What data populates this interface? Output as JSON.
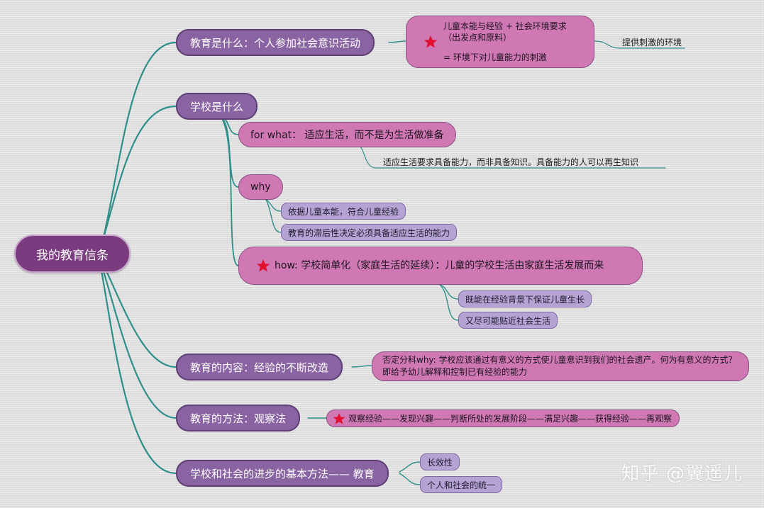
{
  "root": "我的教育信条",
  "branches": {
    "what_is_education": {
      "label": "教育是什么：个人参加社会意识活动",
      "detail_line1": "儿童本能与经验 + 社会环境要求",
      "detail_line2": "（出发点和原料）",
      "detail_line3": "= 环境下对儿童能力的刺激",
      "note": "提供刺激的环境"
    },
    "what_is_school": {
      "label": "学校是什么",
      "for_what": "for what： 适应生活，而不是为生活做准备",
      "for_what_note": "适应生活要求具备能力，而非具备知识。具备能力的人可以再生知识",
      "why": "why",
      "why_items": [
        "依据儿童本能，符合儿童经验",
        "教育的滞后性决定必须具备适应生活的能力"
      ],
      "how": "how: 学校简单化（家庭生活的延续）：儿童的学校生活由家庭生活发展而来",
      "how_items": [
        "既能在经验背景下保证儿童生长",
        "又尽可能贴近社会生活"
      ]
    },
    "content": {
      "label": "教育的内容：经验的不断改造",
      "detail": "否定分科why: 学校应该通过有意义的方式使儿童意识到我们的社会遗产。何为有意义的方式？即给予幼儿解释和控制已有经验的能力"
    },
    "method": {
      "label": "教育的方法：观察法",
      "detail": "观察经验——发现兴趣——判断所处的发展阶段——满足兴趣——获得经验——再观察"
    },
    "progress": {
      "label": "学校和社会的进步的基本方法—— 教育",
      "items": [
        "长效性",
        "个人和社会的统一"
      ]
    }
  },
  "watermark": "知乎 @翼遥儿",
  "colors": {
    "root": "#7b3b7f",
    "main_branch": "#8a63a3",
    "pink_node": "#cf78b3",
    "lavender_node": "#b5a3d6",
    "connector": "#2e8f8a",
    "star": "#e0102e"
  }
}
